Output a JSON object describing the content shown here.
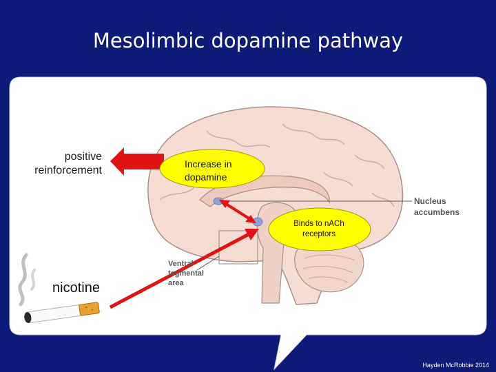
{
  "slide": {
    "title": "Mesolimbic dopamine pathway",
    "credit": "Hayden McRobbie 2014"
  },
  "labels": {
    "positive_reinforcement": "positive reinforcement",
    "increase_dopamine": "Increase in dopamine",
    "binds_receptors": "Binds to nACh receptors",
    "nucleus_accumbens": "Nucleus accumbens",
    "ventral_tegmental_area": "Ventral tegmental area",
    "nicotine": "nicotine"
  },
  "colors": {
    "background": "#0e1a78",
    "panel": "#ffffff",
    "brain_fill": "#f6dcd2",
    "brain_outline": "#a9908a",
    "arrow_red": "#e01414",
    "callout_yellow": "#ffff00"
  }
}
